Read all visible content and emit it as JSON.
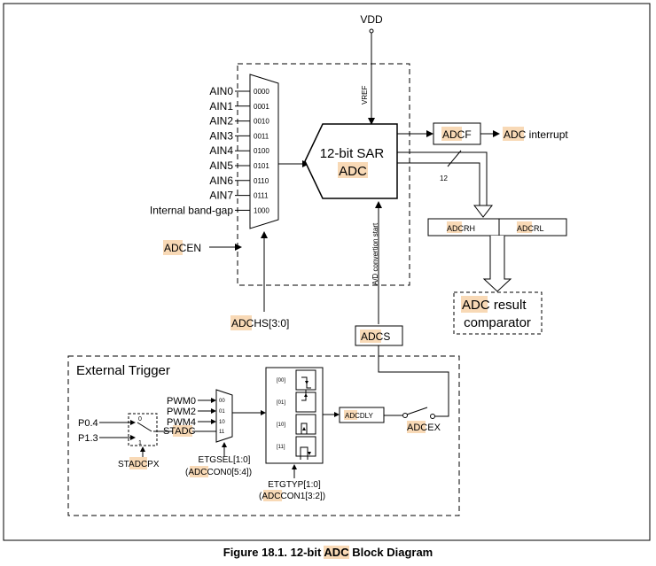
{
  "vdd": "VDD",
  "vref": "VREF",
  "inputs": [
    {
      "name": "AIN0",
      "code": "0000"
    },
    {
      "name": "AIN1",
      "code": "0001"
    },
    {
      "name": "AIN2",
      "code": "0010"
    },
    {
      "name": "AIN3",
      "code": "0011"
    },
    {
      "name": "AIN4",
      "code": "0100"
    },
    {
      "name": "AIN5",
      "code": "0101"
    },
    {
      "name": "AIN6",
      "code": "0110"
    },
    {
      "name": "AIN7",
      "code": "0111"
    },
    {
      "name": "Internal band-gap",
      "code": "1000"
    }
  ],
  "adcen": {
    "hl": "ADC",
    "rest": "EN"
  },
  "adchs": {
    "hl": "ADC",
    "rest": "HS[3:0]"
  },
  "sar": {
    "line1": "12-bit SAR",
    "line2": "ADC"
  },
  "conversion_start": "A/D convertion start",
  "adcf": {
    "hl": "ADC",
    "rest": "F"
  },
  "interrupt": {
    "hl": "ADC",
    "rest": " interrupt"
  },
  "bus_width": "12",
  "adcrh": {
    "hl": "ADC",
    "rest": "RH"
  },
  "adcrl": {
    "hl": "ADC",
    "rest": "RL"
  },
  "comparator": {
    "hl": "ADC",
    "rest": " result",
    "line2": "comparator"
  },
  "adcs": {
    "hl": "ADC",
    "rest": "S"
  },
  "external_trigger": "External Trigger",
  "p04": "P0.4",
  "p13": "P1.3",
  "switch_in0": "0",
  "switch_in1": "1",
  "stadcpx": {
    "pre": "ST",
    "hl": "ADC",
    "rest": "PX"
  },
  "pwm_inputs": [
    {
      "name": "PWM0",
      "code": "00"
    },
    {
      "name": "PWM2",
      "code": "01"
    },
    {
      "name": "PWM4",
      "code": "10"
    }
  ],
  "stadc": {
    "pre": "ST",
    "hl": "ADC",
    "rest": "",
    "code": "11"
  },
  "etgsel": {
    "line1": "ETGSEL[1:0]",
    "pre": "(",
    "hl": "ADC",
    "rest": "CON0[5:4])"
  },
  "edges": [
    "[00]",
    "[01]",
    "[10]",
    "[11]"
  ],
  "etgtyp": {
    "line1": "ETGTYP[1:0]",
    "pre": "(",
    "hl": "ADC",
    "rest": "CON1[3:2])"
  },
  "adcdly": {
    "hl": "ADC",
    "rest": "DLY"
  },
  "adcex": {
    "hl": "ADC",
    "rest": "EX"
  },
  "caption": {
    "pre": "Figure 18.1. 12-bit ",
    "hl": "ADC",
    "rest": " Block Diagram"
  },
  "colors": {
    "highlight": "#f8d9b6",
    "line": "#000000"
  }
}
